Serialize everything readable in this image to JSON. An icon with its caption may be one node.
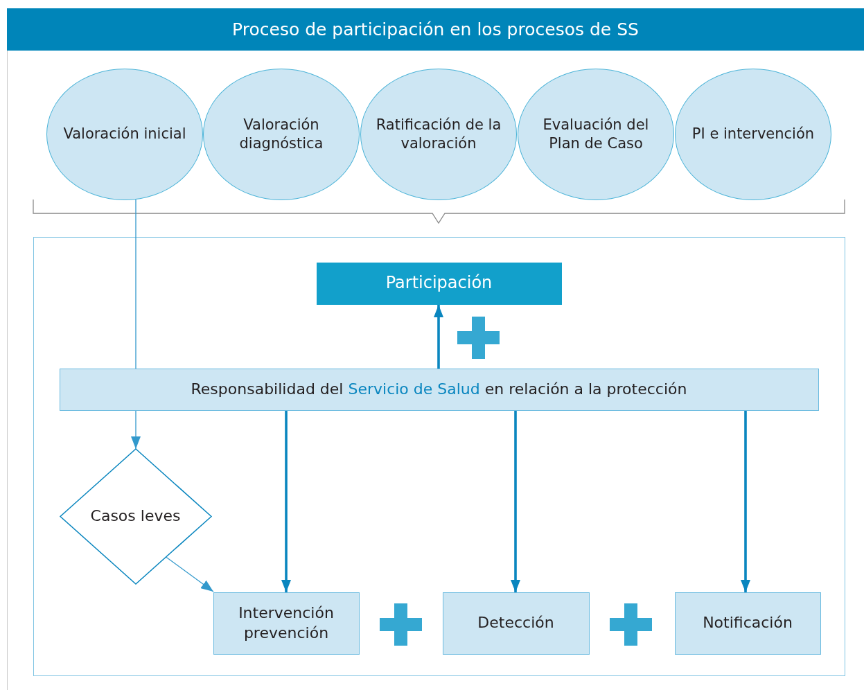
{
  "diagram": {
    "title": "Proceso de participación en los procesos de SS",
    "nodes": [
      {
        "text": [
          "Valoración inicial"
        ]
      },
      {
        "text": [
          "Valoración diagnóstica"
        ]
      },
      {
        "text": [
          "Ratificación de la valoración"
        ]
      },
      {
        "text": [
          "Evaluación del Plan de Caso"
        ]
      },
      {
        "text": [
          "PI e intervención"
        ]
      },
      {
        "text": [],
        "shape": "box"
      },
      {
        "text": [
          "Participación"
        ],
        "in": 5
      },
      {
        "text": [
          "Responsabilidad del **Servicio de Salud** en relación a la protección"
        ],
        "in": 5
      },
      {
        "text": [
          "Casos leves"
        ],
        "in": 5
      },
      {
        "text": [
          "Intervención prevención"
        ],
        "in": 5
      },
      {
        "text": [
          "Detección"
        ],
        "in": 5
      },
      {
        "text": [
          "Notificación"
        ],
        "in": 5
      }
    ],
    "edges": [
      {
        "from": 0,
        "to": 7,
        "arrow": "none",
        "color": "#3399cc"
      },
      {
        "from": 7,
        "to": 6,
        "arrow": "to"
      },
      {
        "from": 7,
        "to": 8,
        "arrow": "to",
        "color": "#3399cc"
      },
      {
        "from": 8,
        "to": 9,
        "arrow": "to",
        "color": "#3399cc"
      },
      {
        "from": 7,
        "to": 9,
        "arrow": "to"
      },
      {
        "from": 7,
        "to": 10,
        "arrow": "to"
      },
      {
        "from": 7,
        "to": 11,
        "arrow": "to"
      }
    ]
  }
}
